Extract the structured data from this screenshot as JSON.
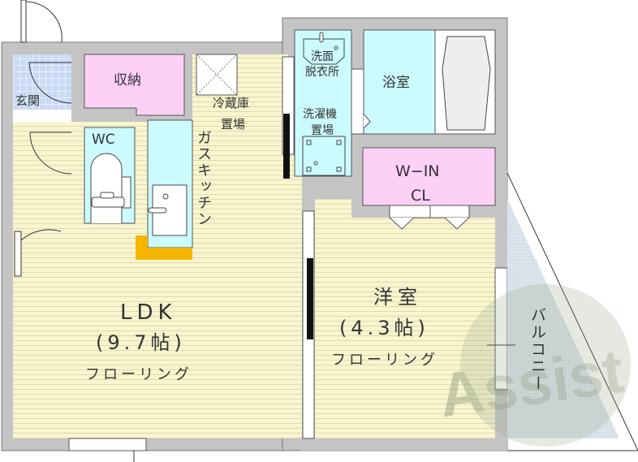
{
  "rooms": {
    "entrance": "玄関",
    "storage": "収納",
    "wc": "WC",
    "fridge_line1": "冷蔵庫",
    "fridge_line2": "置場",
    "kitchen": "ガスキッチン",
    "washroom_line1": "洗面",
    "washroom_line2": "脱衣所",
    "washer_line1": "洗濯機",
    "washer_line2": "置場",
    "bath": "浴室",
    "closet_line1": "W−IN",
    "closet_line2": "CL",
    "ldk_name": "LDK",
    "ldk_size": "(9.7帖)",
    "ldk_floor": "フローリング",
    "western_name": "洋室",
    "western_size": "(4.3帖)",
    "western_floor": "フローリング",
    "balcony": "バルコニー"
  },
  "watermark": "Assist",
  "colors": {
    "wall": "#c4c4c4",
    "floor": "#f8f5cf",
    "wet": "#ccfbff",
    "pink": "#fdd0f5",
    "tile": "#c9daf4",
    "orange": "#f5b400"
  }
}
